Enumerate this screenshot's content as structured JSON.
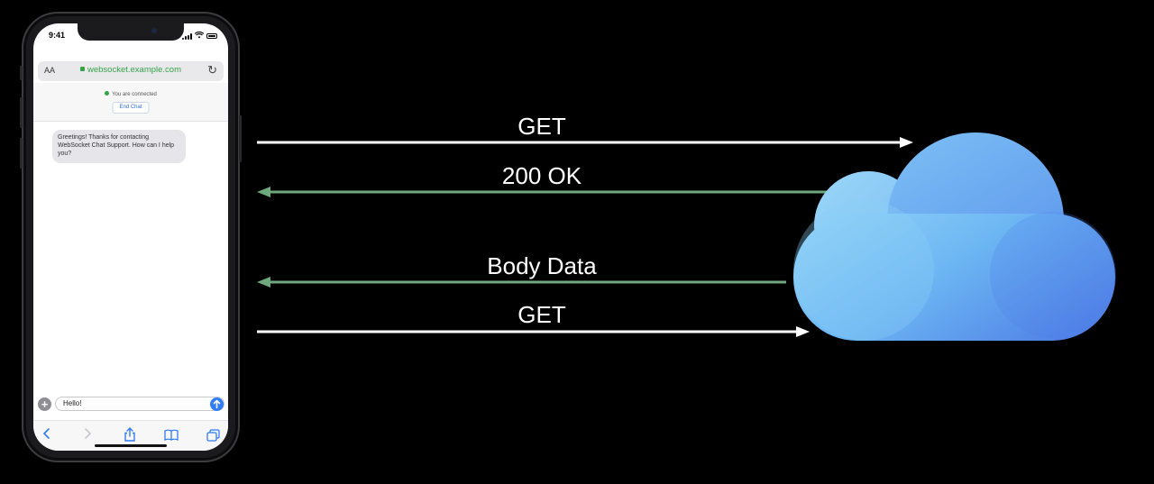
{
  "phone": {
    "status_time": "9:41",
    "url_bar": {
      "text_size_label": "AA",
      "url": "websocket.example.com",
      "url_color": "#35a24a"
    },
    "connection_status": "You are connected",
    "end_chat_label": "End Chat",
    "messages": [
      {
        "text": "Greetings! Thanks for contacting WebSocket Chat Support. How can I help you?",
        "sender": "server"
      }
    ],
    "compose": {
      "value": "Hello!",
      "send_color": "#2f7cf6"
    },
    "toolbar_icons": [
      "back-icon",
      "forward-icon",
      "share-icon",
      "bookmarks-icon",
      "tabs-icon"
    ]
  },
  "arrows": [
    {
      "label": "GET",
      "direction": "to-server",
      "color": "#ffffff"
    },
    {
      "label": "200 OK",
      "direction": "to-client",
      "color": "#6ea87c"
    },
    {
      "label": "Body Data",
      "direction": "to-client",
      "color": "#6ea87c"
    },
    {
      "label": "GET",
      "direction": "to-server",
      "color": "#ffffff"
    }
  ],
  "server_icon": "cloud-icon"
}
